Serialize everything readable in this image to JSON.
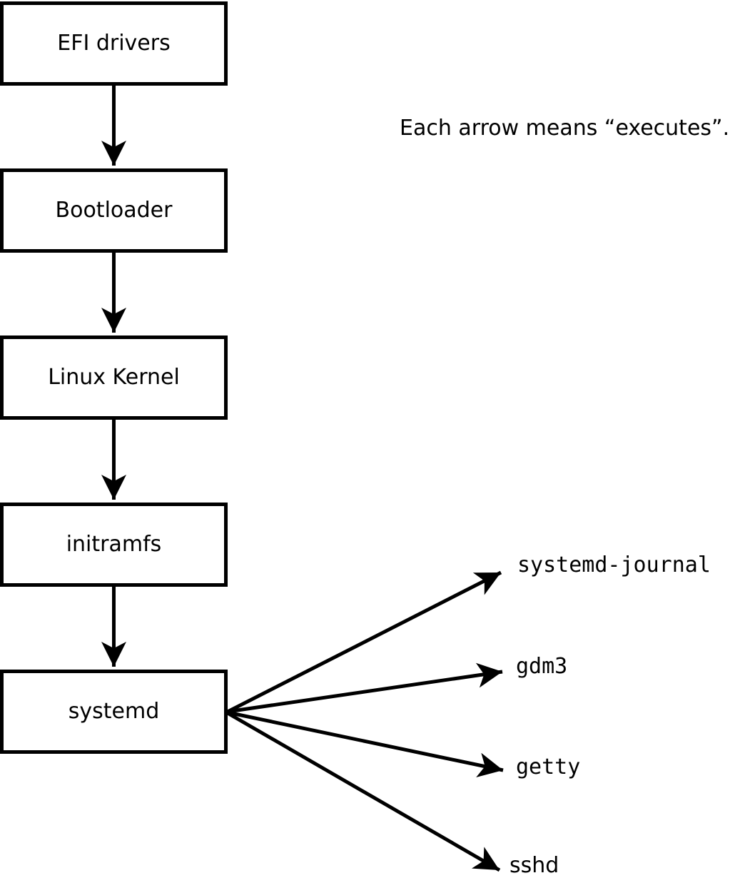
{
  "note": {
    "text": "Each arrow means “executes”."
  },
  "flow": {
    "boxes": [
      {
        "label": "EFI drivers"
      },
      {
        "label": "Bootloader"
      },
      {
        "label": "Linux Kernel"
      },
      {
        "label": "initramfs"
      },
      {
        "label": "systemd"
      }
    ]
  },
  "spawned": [
    {
      "label": "systemd-journal"
    },
    {
      "label": "gdm3"
    },
    {
      "label": "getty"
    },
    {
      "label": "sshd"
    }
  ],
  "colors": {
    "line": "#000000",
    "background": "#ffffff",
    "box_fill": "#ffffff",
    "text": "#000000"
  }
}
